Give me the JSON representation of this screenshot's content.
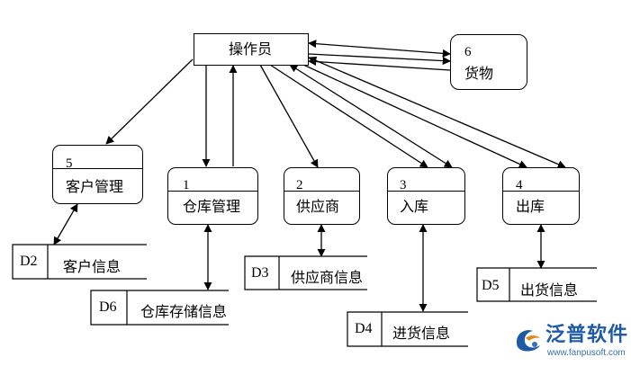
{
  "operator": {
    "label": "操作员"
  },
  "external": {
    "number": "6",
    "label": "货物"
  },
  "processes": [
    {
      "number": "5",
      "label": "客户管理"
    },
    {
      "number": "1",
      "label": "仓库管理"
    },
    {
      "number": "2",
      "label": "供应商"
    },
    {
      "number": "3",
      "label": "入库"
    },
    {
      "number": "4",
      "label": "出库"
    }
  ],
  "datastores": [
    {
      "id": "D2",
      "label": "客户信息"
    },
    {
      "id": "D6",
      "label": "仓库存储信息"
    },
    {
      "id": "D3",
      "label": "供应商信息"
    },
    {
      "id": "D4",
      "label": "进货信息"
    },
    {
      "id": "D5",
      "label": "出货信息"
    }
  ],
  "watermark": {
    "brand": "泛普软件",
    "url": "www.fanpusoft.com",
    "logo_icon": "fanpu-logo-icon"
  }
}
